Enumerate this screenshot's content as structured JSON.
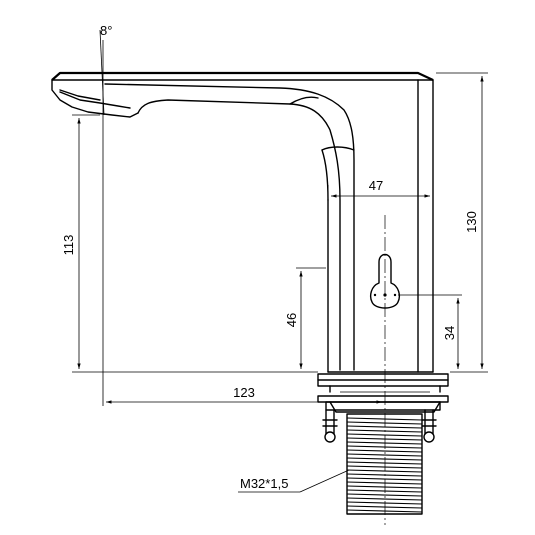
{
  "dimensions": {
    "angle": "8°",
    "width_top": "47",
    "height_total": "130",
    "height_spout": "113",
    "sensor_left": "46",
    "sensor_right": "34",
    "reach": "123"
  },
  "thread_label": "M32*1,5"
}
